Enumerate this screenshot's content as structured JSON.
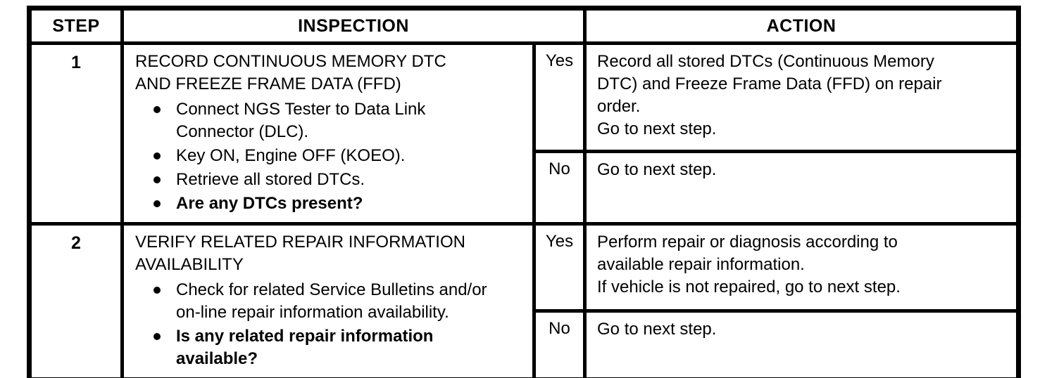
{
  "colors": {
    "border": "#000000",
    "text": "#000000",
    "background": "#ffffff"
  },
  "table": {
    "headers": {
      "step": "STEP",
      "inspection": "INSPECTION",
      "action": "ACTION"
    },
    "rows": [
      {
        "step": "1",
        "title": "RECORD CONTINUOUS MEMORY DTC AND FREEZE FRAME DATA (FFD)",
        "bullets": [
          {
            "text": "Connect NGS Tester to Data Link Connector (DLC).",
            "bold": false
          },
          {
            "text": "Key ON, Engine OFF (KOEO).",
            "bold": false
          },
          {
            "text": "Retrieve all stored DTCs.",
            "bold": false
          },
          {
            "text": "Are any DTCs present?",
            "bold": true
          }
        ],
        "branches": [
          {
            "result": "Yes",
            "lines": [
              "Record all stored DTCs (Continuous Memory DTC) and Freeze Frame Data (FFD) on repair order.",
              "Go to next step."
            ]
          },
          {
            "result": "No",
            "lines": [
              "Go to next step."
            ]
          }
        ]
      },
      {
        "step": "2",
        "title": "VERIFY RELATED REPAIR INFORMATION AVAILABILITY",
        "bullets": [
          {
            "text": "Check for related Service Bulletins and/or on-line repair information availability.",
            "bold": false
          },
          {
            "text": "Is any related repair information available?",
            "bold": true
          }
        ],
        "branches": [
          {
            "result": "Yes",
            "lines": [
              "Perform repair or diagnosis according to available repair information.",
              "If vehicle is not repaired, go to next step."
            ]
          },
          {
            "result": "No",
            "lines": [
              "Go to next step."
            ]
          }
        ]
      }
    ]
  }
}
